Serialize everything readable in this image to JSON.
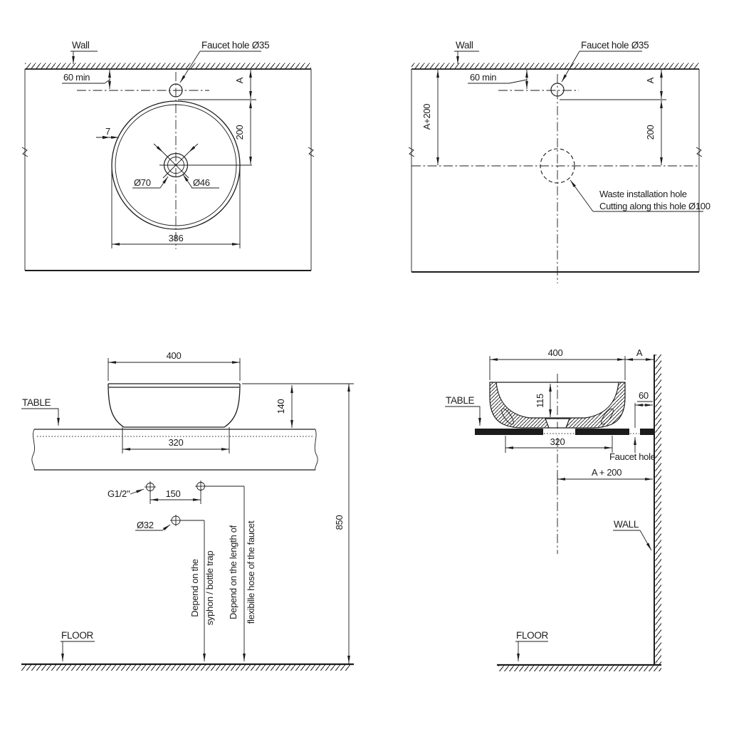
{
  "colors": {
    "line": "#1c1c1c",
    "background": "#ffffff"
  },
  "views": {
    "top_plan": {
      "wall_label": "Wall",
      "faucet_label": "Faucet hole Ø35",
      "offset_min": "60 min",
      "dim_a": "A",
      "dim_200": "200",
      "rim_7": "7",
      "drain_outer": "Ø70",
      "drain_inner": "Ø46",
      "basin_dia": "386"
    },
    "cutout_plan": {
      "wall_label": "Wall",
      "faucet_label": "Faucet hole Ø35",
      "offset_min": "60 min",
      "dim_a_plus_200": "A+200",
      "dim_a": "A",
      "dim_200": "200",
      "waste_note_1": "Waste installation hole",
      "waste_note_2": "Cutting along this hole Ø100"
    },
    "front_elevation": {
      "width_400": "400",
      "height_140": "140",
      "table_label": "TABLE",
      "base_320": "320",
      "supply_thread": "G1/2\"",
      "supply_span_150": "150",
      "drain_dia_32": "Ø32",
      "trap_note_1": "Depend on the",
      "trap_note_2": "syphon / bottle trap",
      "hose_note_1": "Depend on the length of",
      "hose_note_2": "flexibille hose of the faucet",
      "height_850": "850",
      "floor_label": "FLOOR"
    },
    "side_section": {
      "width_400": "400",
      "dim_a": "A",
      "depth_115": "115",
      "offset_60": "60",
      "table_label": "TABLE",
      "base_320": "320",
      "faucet_hole_label": "Faucet hole",
      "dim_a_plus_200": "A + 200",
      "wall_label": "WALL",
      "floor_label": "FLOOR"
    }
  }
}
